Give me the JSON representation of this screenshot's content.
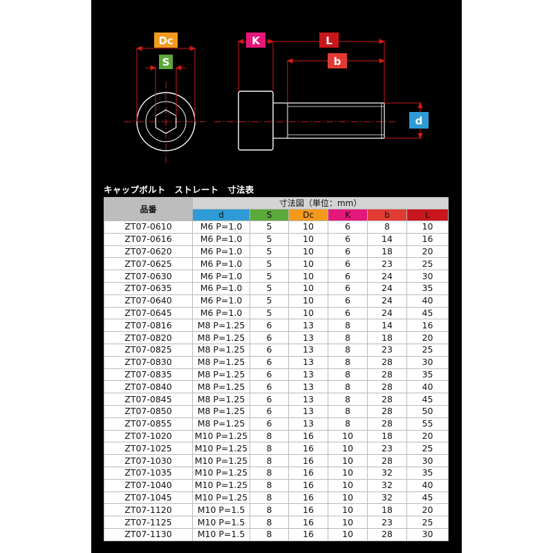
{
  "diagram": {
    "labels": {
      "dc": "Dc",
      "s": "S",
      "k": "K",
      "l": "L",
      "b": "b",
      "d": "d"
    }
  },
  "table": {
    "title": "キャップボルト　ストレート　寸法表",
    "header_part": "品番",
    "header_group": "寸法図（単位：mm）",
    "columns": [
      {
        "label": "d",
        "color": "#2e9bd6"
      },
      {
        "label": "S",
        "color": "#5aa93a"
      },
      {
        "label": "Dc",
        "color": "#f39a1c"
      },
      {
        "label": "K",
        "color": "#e5177a"
      },
      {
        "label": "b",
        "color": "#e23b33"
      },
      {
        "label": "L",
        "color": "#c8161d"
      }
    ],
    "rows": [
      [
        "ZT07-0610",
        "M6 P=1.0",
        "5",
        "10",
        "6",
        "8",
        "10"
      ],
      [
        "ZT07-0616",
        "M6 P=1.0",
        "5",
        "10",
        "6",
        "14",
        "16"
      ],
      [
        "ZT07-0620",
        "M6 P=1.0",
        "5",
        "10",
        "6",
        "18",
        "20"
      ],
      [
        "ZT07-0625",
        "M6 P=1.0",
        "5",
        "10",
        "6",
        "23",
        "25"
      ],
      [
        "ZT07-0630",
        "M6 P=1.0",
        "5",
        "10",
        "6",
        "24",
        "30"
      ],
      [
        "ZT07-0635",
        "M6 P=1.0",
        "5",
        "10",
        "6",
        "24",
        "35"
      ],
      [
        "ZT07-0640",
        "M6 P=1.0",
        "5",
        "10",
        "6",
        "24",
        "40"
      ],
      [
        "ZT07-0645",
        "M6 P=1.0",
        "5",
        "10",
        "6",
        "24",
        "45"
      ],
      [
        "ZT07-0816",
        "M8 P=1.25",
        "6",
        "13",
        "8",
        "14",
        "16"
      ],
      [
        "ZT07-0820",
        "M8 P=1.25",
        "6",
        "13",
        "8",
        "18",
        "20"
      ],
      [
        "ZT07-0825",
        "M8 P=1.25",
        "6",
        "13",
        "8",
        "23",
        "25"
      ],
      [
        "ZT07-0830",
        "M8 P=1.25",
        "6",
        "13",
        "8",
        "28",
        "30"
      ],
      [
        "ZT07-0835",
        "M8 P=1.25",
        "6",
        "13",
        "8",
        "28",
        "35"
      ],
      [
        "ZT07-0840",
        "M8 P=1.25",
        "6",
        "13",
        "8",
        "28",
        "40"
      ],
      [
        "ZT07-0845",
        "M8 P=1.25",
        "6",
        "13",
        "8",
        "28",
        "45"
      ],
      [
        "ZT07-0850",
        "M8 P=1.25",
        "6",
        "13",
        "8",
        "28",
        "50"
      ],
      [
        "ZT07-0855",
        "M8 P=1.25",
        "6",
        "13",
        "8",
        "28",
        "55"
      ],
      [
        "ZT07-1020",
        "M10 P=1.25",
        "8",
        "16",
        "10",
        "18",
        "20"
      ],
      [
        "ZT07-1025",
        "M10 P=1.25",
        "8",
        "16",
        "10",
        "23",
        "25"
      ],
      [
        "ZT07-1030",
        "M10 P=1.25",
        "8",
        "16",
        "10",
        "28",
        "30"
      ],
      [
        "ZT07-1035",
        "M10 P=1.25",
        "8",
        "16",
        "10",
        "32",
        "35"
      ],
      [
        "ZT07-1040",
        "M10 P=1.25",
        "8",
        "16",
        "10",
        "32",
        "40"
      ],
      [
        "ZT07-1045",
        "M10 P=1.25",
        "8",
        "16",
        "10",
        "32",
        "45"
      ],
      [
        "ZT07-1120",
        "M10 P=1.5",
        "8",
        "16",
        "10",
        "18",
        "20"
      ],
      [
        "ZT07-1125",
        "M10 P=1.5",
        "8",
        "16",
        "10",
        "23",
        "25"
      ],
      [
        "ZT07-1130",
        "M10 P=1.5",
        "8",
        "16",
        "10",
        "28",
        "30"
      ]
    ]
  }
}
